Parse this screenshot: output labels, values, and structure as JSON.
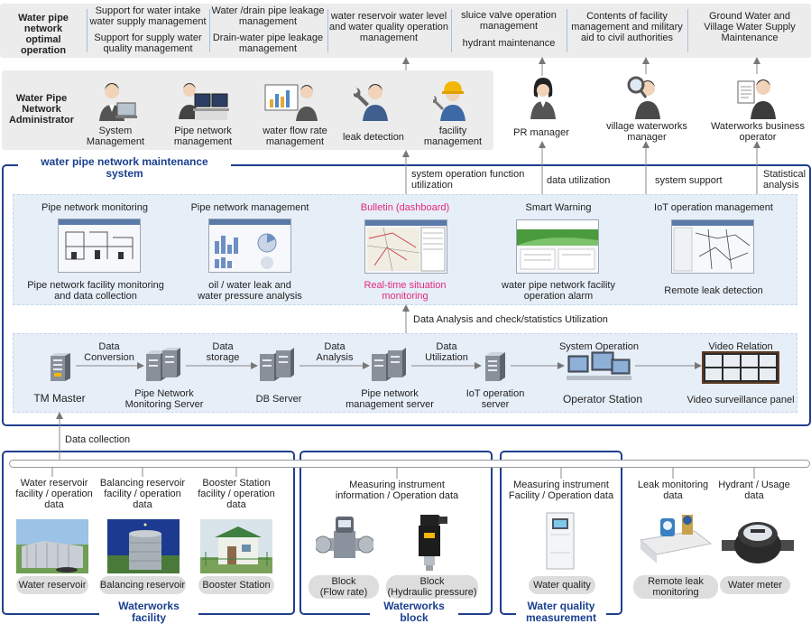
{
  "top_row": {
    "title": "Water pipe\nnetwork optimal\noperation",
    "items": [
      "Support for water intake\nwater supply management",
      "Support for supply water\nquality management",
      "Water /drain pipe leakage\nmanagement",
      "Drain-water pipe leakage\nmanagement",
      "water reservoir water level\nand water quality operation\nmanagement",
      "sluice valve operation\nmanagement",
      "hydrant maintenance",
      "Contents of facility\nmanagement and military\naid to civil authorities",
      "Ground Water and\nVillage Water Supply\nMaintenance"
    ]
  },
  "admin_row": {
    "title": "Water Pipe\nNetwork\nAdministrator",
    "roles": [
      {
        "label": "System\nManagement",
        "icon": "person-laptop-icon"
      },
      {
        "label": "Pipe network\nmanagement",
        "icon": "person-monitors-icon"
      },
      {
        "label": "water flow rate\nmanagement",
        "icon": "person-chart-icon"
      },
      {
        "label": "leak detection",
        "icon": "wrench-person-icon"
      },
      {
        "label": "facility\nmanagement",
        "icon": "hardhat-worker-icon"
      }
    ],
    "side_roles": [
      {
        "label": "PR manager",
        "icon": "woman-icon"
      },
      {
        "label": "village waterworks\nmanager",
        "icon": "magnifier-person-icon"
      },
      {
        "label": "Waterworks business\noperator",
        "icon": "document-person-icon"
      }
    ]
  },
  "system": {
    "title": "water pipe network maintenance\nsystem",
    "flows": [
      "system operation function\nutilization",
      "data utilization",
      "system support",
      "Statistical\nanalysis"
    ],
    "modules": [
      {
        "title": "Pipe network monitoring",
        "caption": "Pipe network facility monitoring\nand data collection"
      },
      {
        "title": "Pipe network management",
        "caption": "oil / water leak and\nwater pressure analysis"
      },
      {
        "title": "Bulletin (dashboard)",
        "caption": "Real-time situation\nmonitoring"
      },
      {
        "title": "Smart Warning",
        "caption": "water pipe network facility\noperation alarm"
      },
      {
        "title": "IoT operation management",
        "caption": "Remote leak detection"
      }
    ],
    "analysis_label": "Data Analysis and check/statistics Utilization",
    "servers": [
      "TM Master",
      "Pipe Network\nMonitoring Server",
      "DB Server",
      "Pipe network\nmanagement server",
      "IoT operation\nserver",
      "Operator Station",
      "Video surveillance panel"
    ],
    "links": [
      "Data\nConversion",
      "Data\nstorage",
      "Data\nAnalysis",
      "Data\nUtilization",
      "System Operation",
      "Video Relation"
    ]
  },
  "collection_label": "Data collection",
  "facility_group": {
    "title": "Waterworks\nfacility",
    "items": [
      {
        "caption": "Water reservoir\nfacility / operation\ndata",
        "label": "Water reservoir"
      },
      {
        "caption": "Balancing reservoir\nfacility / operation\ndata",
        "label": "Balancing reservoir"
      },
      {
        "caption": "Booster Station\nfacility / operation\ndata",
        "label": "Booster Station"
      }
    ]
  },
  "block_group": {
    "title": "Waterworks\nblock",
    "caption": "Measuring instrument\ninformation / Operation data",
    "items": [
      "Block\n(Flow rate)",
      "Block\n(Hydraulic pressure)"
    ]
  },
  "quality_group": {
    "title": "Water quality\nmeasurement",
    "caption": "Measuring instrument\nFacility / Operation data",
    "label": "Water quality"
  },
  "leak_item": {
    "caption": "Leak monitoring\ndata",
    "label": "Remote leak\nmonitoring"
  },
  "meter_item": {
    "caption": "Hydrant / Usage\ndata",
    "label": "Water meter"
  },
  "colors": {
    "frame": "#1f3f8c",
    "title": "#1a3f8f",
    "highlight": "#e5287d",
    "panel_gray": "#ececec",
    "panel_blue": "#e6eef8"
  }
}
